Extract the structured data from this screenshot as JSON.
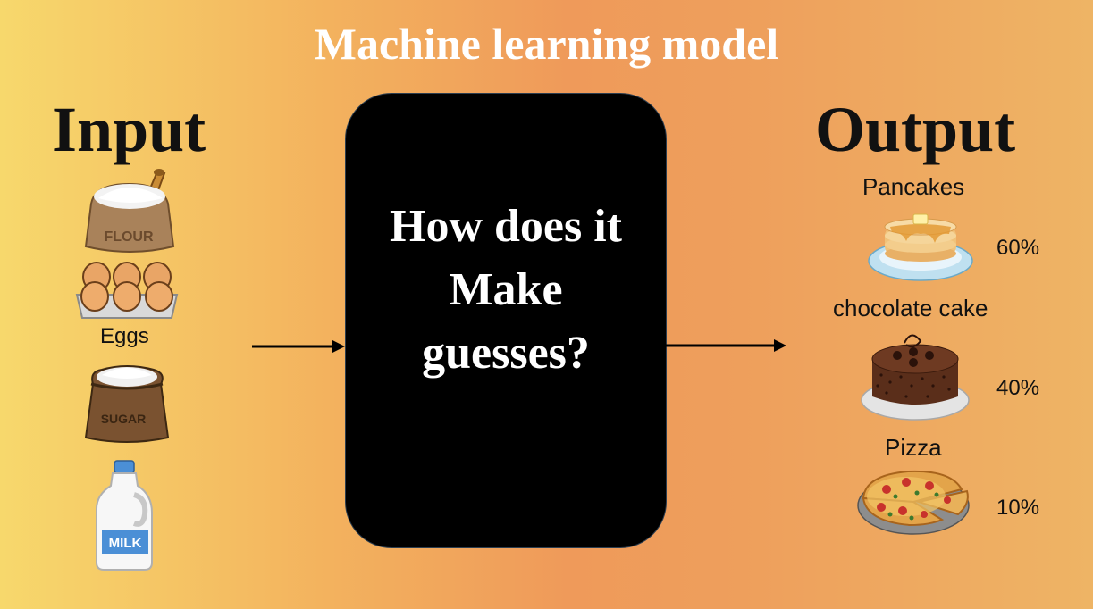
{
  "title": "Machine learning model",
  "input": {
    "heading": "Input",
    "items": [
      {
        "icon": "flour-sack-icon",
        "label": ""
      },
      {
        "icon": "eggs-carton-icon",
        "label": "Eggs"
      },
      {
        "icon": "sugar-sack-icon",
        "label": ""
      },
      {
        "icon": "milk-jug-icon",
        "label": ""
      }
    ],
    "flour_text": "FLOUR",
    "sugar_text": "SUGAR",
    "milk_text": "MILK"
  },
  "model": {
    "question_line1": "How does it",
    "question_line2": "Make",
    "question_line3": "guesses?"
  },
  "output": {
    "heading": "Output",
    "items": [
      {
        "label": "Pancakes",
        "percent": "60%",
        "icon": "pancakes-icon"
      },
      {
        "label": "chocolate cake",
        "percent": "40%",
        "icon": "chocolate-cake-icon"
      },
      {
        "label": "Pizza",
        "percent": "10%",
        "icon": "pizza-icon"
      }
    ]
  },
  "colors": {
    "background_left": "#f7d86c",
    "background_mid": "#ef9a5a",
    "background_right": "#eeb465",
    "box": "#000000",
    "title": "#ffffff"
  }
}
